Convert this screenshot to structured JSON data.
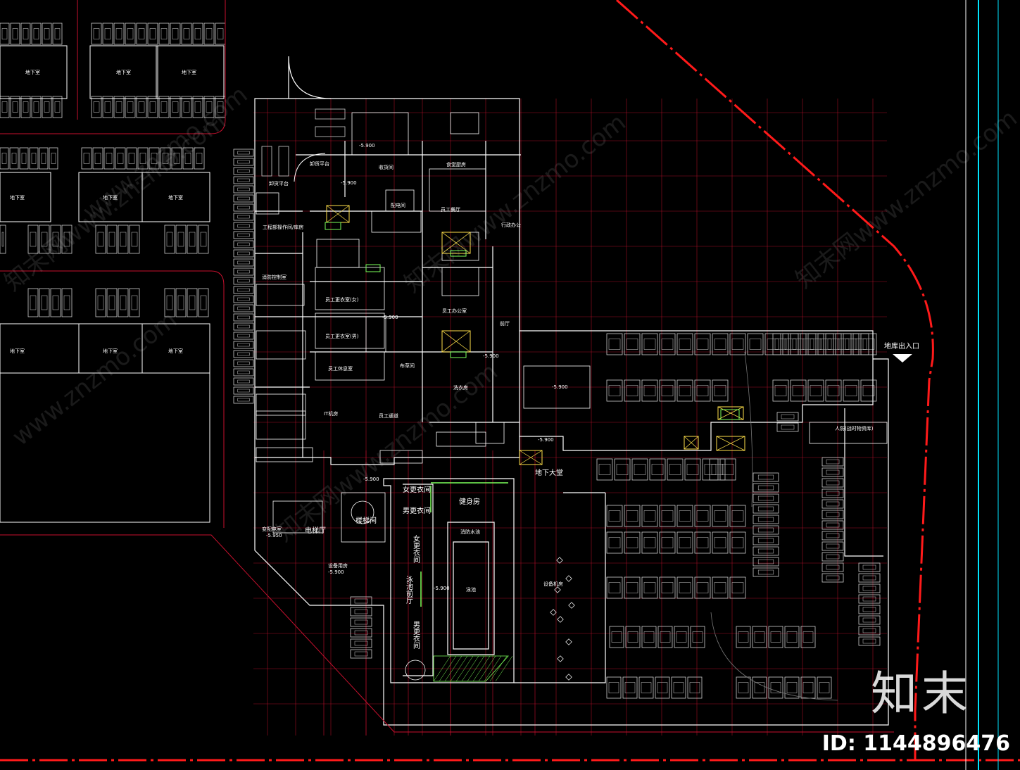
{
  "rooms": {
    "basement_blocks": [
      "地下室",
      "地下室",
      "地下室",
      "地下室",
      "地下室",
      "地下室",
      "地下室",
      "地下室",
      "地下室"
    ],
    "small_labels": [
      "卸货平台",
      "卸货平台",
      "收货间",
      "食堂厨房",
      "员工餐厅",
      "配电间",
      "员工更衣室(女)",
      "员工更衣室(男)",
      "员工休息室",
      "员工办公室",
      "工程部操作间/库房",
      "IT机房",
      "员工通道",
      "洗衣房",
      "布草间",
      "消防控制室",
      "行政办公",
      "前厅",
      "变配电室",
      "人防(战时物资库)",
      "消防水池",
      "泳池",
      "设备机房",
      "设备用房"
    ],
    "big_labels": {
      "female_locker": "女更衣间",
      "male_locker": "男更衣间",
      "gym": "健身房",
      "pool_front": "泳池前厅",
      "male_locker_v": "男更衣间",
      "female_locker_v": "女更衣间",
      "basement_hall": "地下大堂",
      "elevator_hall": "电梯厅",
      "stair_room": "楼梯间",
      "garage_entrance": "地库出入口"
    },
    "elevations": [
      "-5.900",
      "-5.900",
      "-5.900",
      "-5.900",
      "-5.900",
      "-5.900",
      "-5.900",
      "-5.900",
      "-5.950",
      "-5.900"
    ]
  },
  "watermarks": [
    "知末网www.znzmo.com",
    "知末网www.znzmo.com",
    "知末网www.znzmo.com",
    "知末网www.znzmo.com",
    "www.znzmo.com",
    "www.znzmo.com"
  ],
  "brand": {
    "logo": "知末",
    "id": "ID: 1144896476"
  },
  "colors": {
    "wall": "#ffffff",
    "grid": "#c8102e",
    "boundary": "#ff1a1a",
    "cyan": "#00e5ff",
    "parking": "#cfcfcf",
    "green": "#7cff5a",
    "yellow": "#ffe14a"
  }
}
